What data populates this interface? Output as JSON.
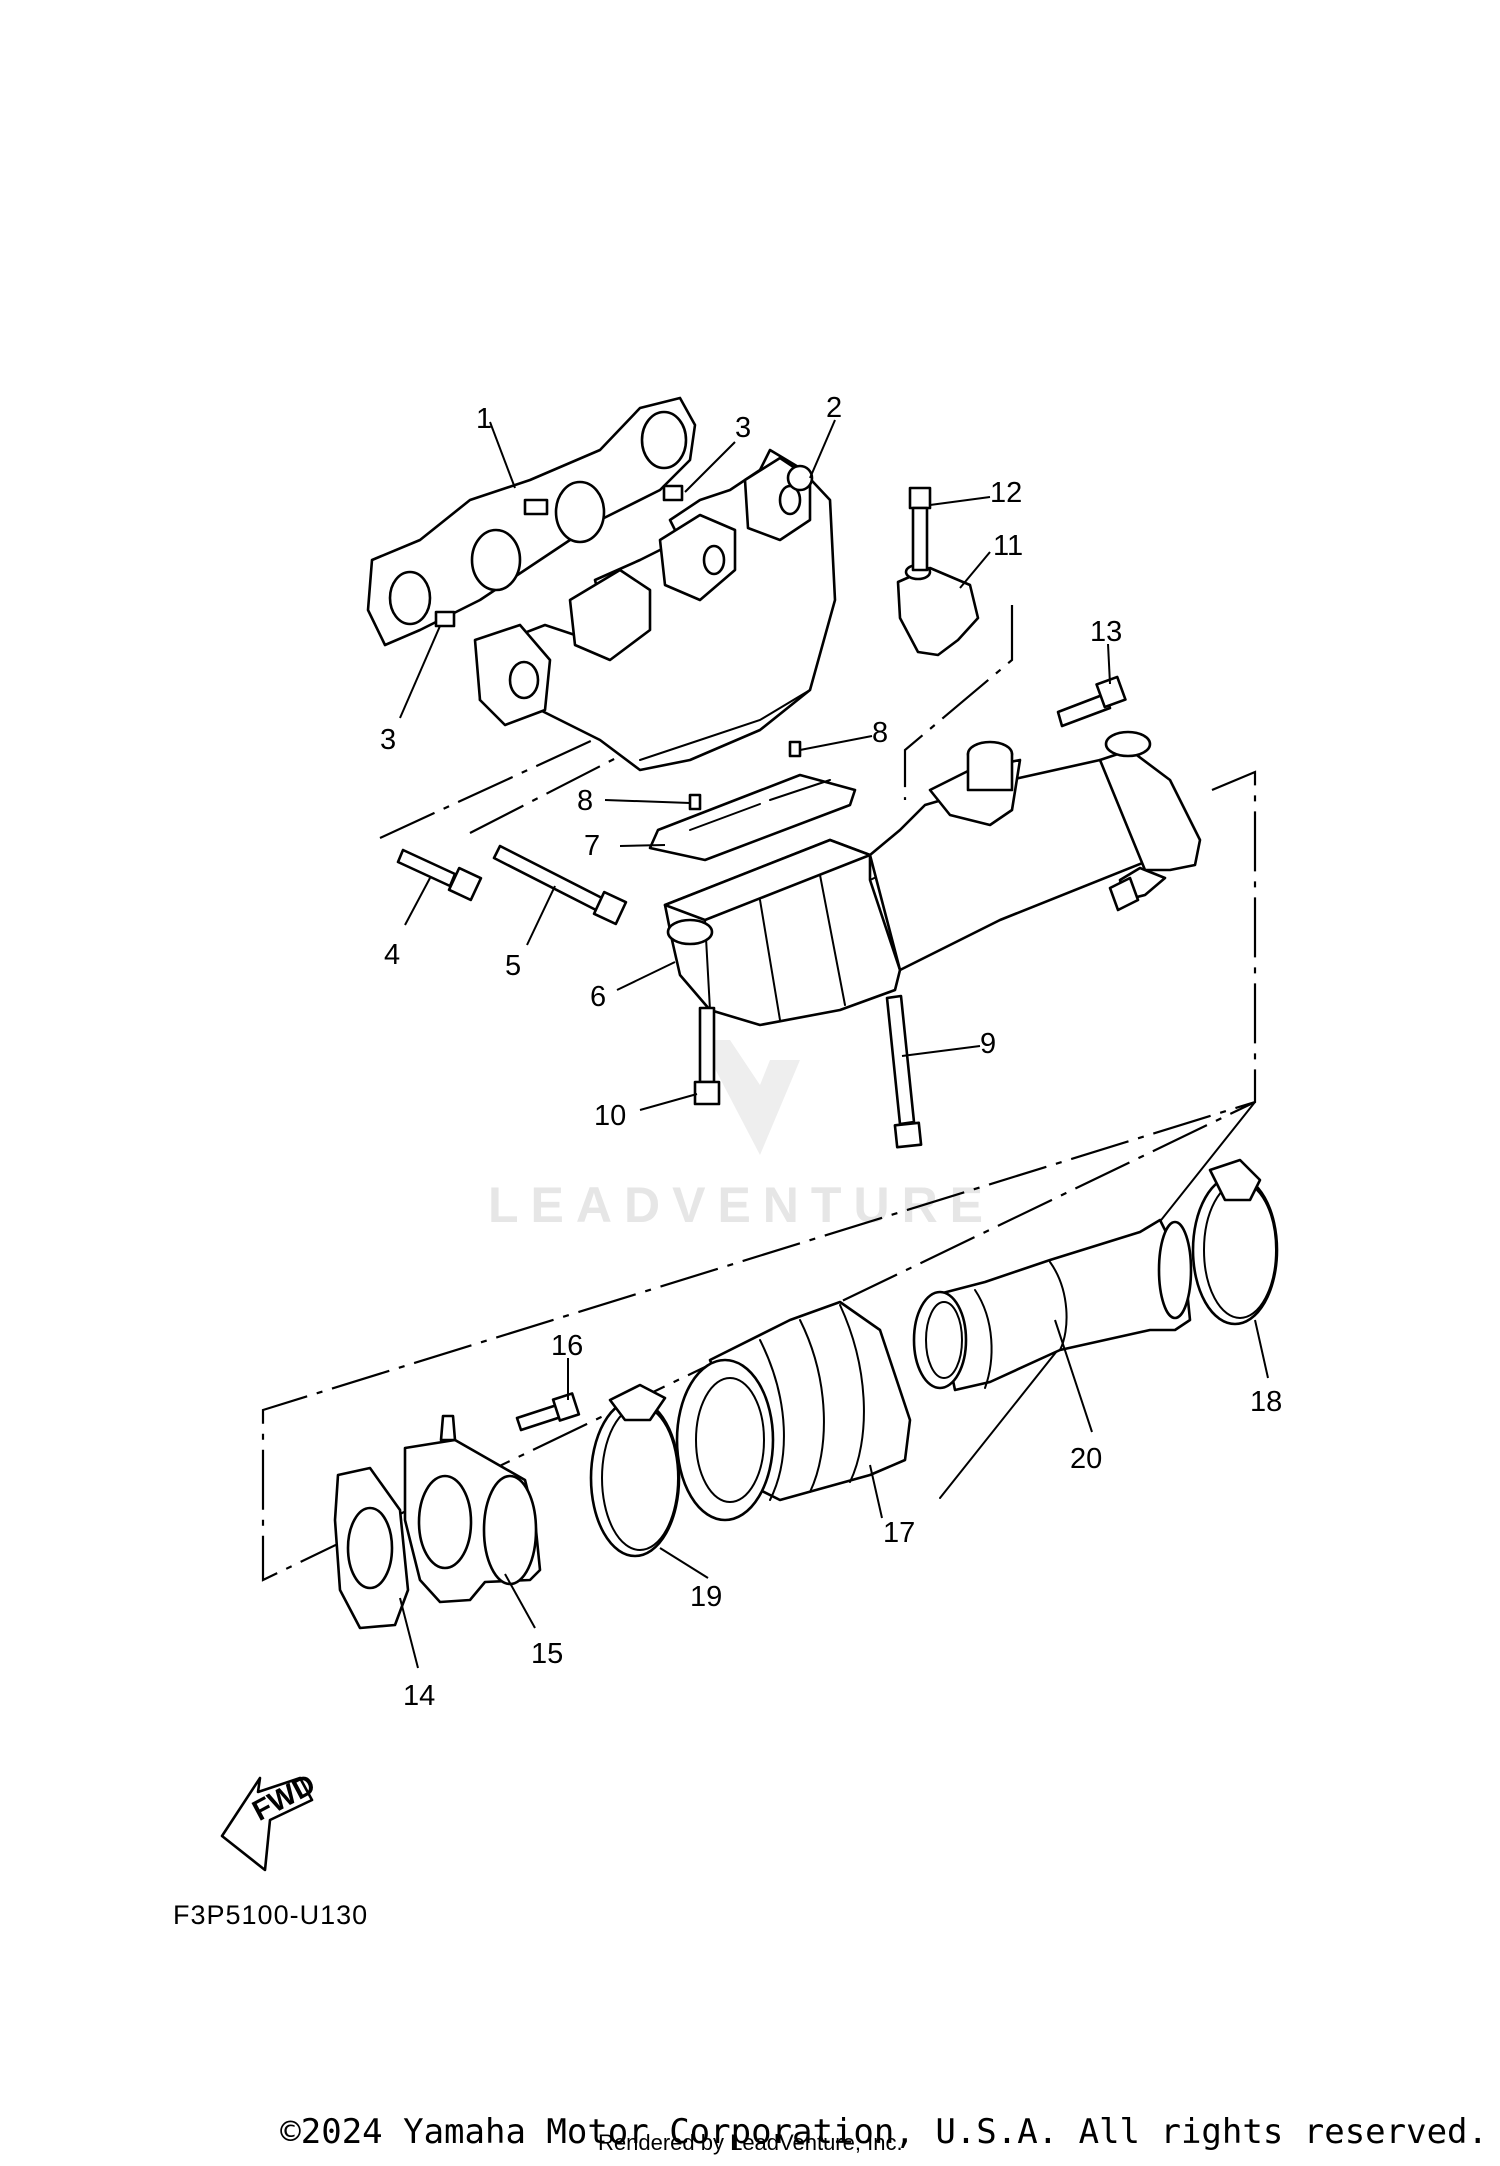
{
  "diagram": {
    "part_numbers": [
      "1",
      "2",
      "3",
      "3",
      "4",
      "5",
      "6",
      "7",
      "8",
      "8",
      "9",
      "10",
      "11",
      "12",
      "13",
      "14",
      "15",
      "16",
      "17",
      "18",
      "19",
      "20"
    ],
    "fwd_label": "FWD",
    "figure_code": "F3P5100-U130",
    "watermark": "LEADVENTURE"
  },
  "footer": {
    "copyright": "©2024 Yamaha Motor Corporation, U.S.A. All rights reserved.",
    "rendered_by": "Rendered by LeadVenture, Inc."
  }
}
